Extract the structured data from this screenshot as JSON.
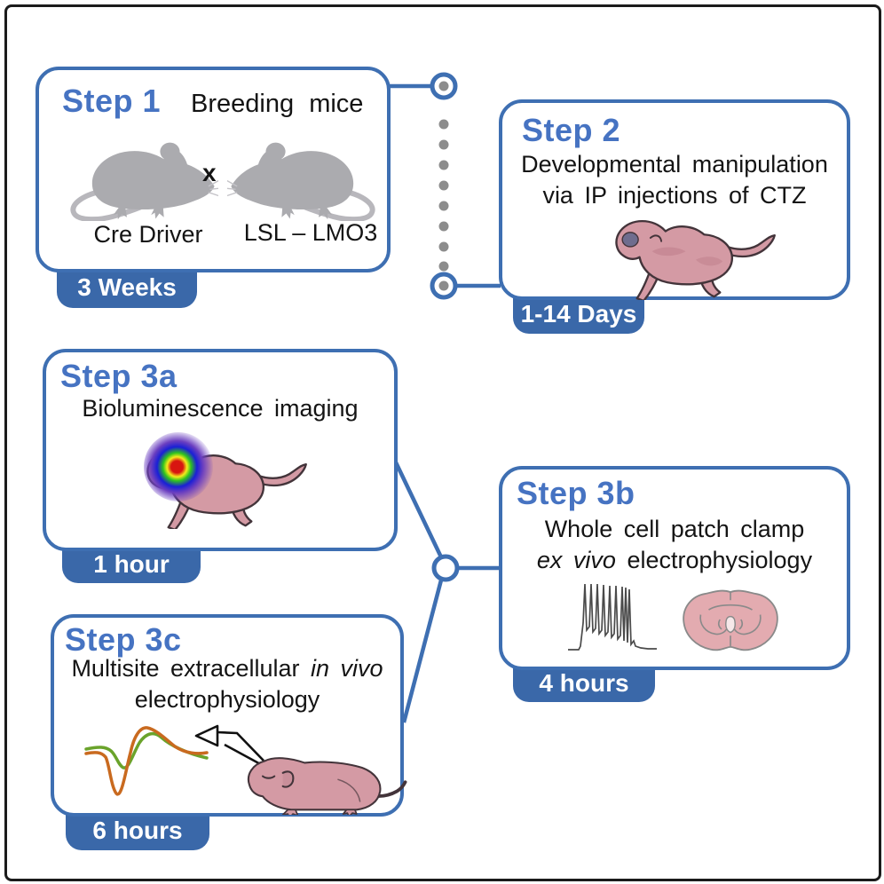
{
  "palette": {
    "accent_blue": "#3e6fb2",
    "title_blue": "#4673c2",
    "badge_blue": "#3a68a9",
    "mouse_gray": "#ababaf",
    "pup_pink": "#d49aa4",
    "wave_green": "#6aa32b",
    "wave_orange": "#c96a1f",
    "dot_gray": "#8c8c8c"
  },
  "step1": {
    "title": "Step 1",
    "heading": "Breeding mice",
    "mouse_left_label": "Cre Driver",
    "cross_symbol": "x",
    "mouse_right_label": "LSL – LMO3",
    "badge": "3 Weeks"
  },
  "step2": {
    "title": "Step 2",
    "line1": "Developmental manipulation",
    "line2": "via IP injections of CTZ",
    "badge": "1-14 Days"
  },
  "step3a": {
    "title": "Step 3a",
    "line1": "Bioluminescence imaging",
    "badge": "1 hour"
  },
  "step3b": {
    "title": "Step 3b",
    "line1": "Whole cell patch clamp",
    "line2_italic": "ex vivo",
    "line2_rest": " electrophysiology",
    "badge": "4 hours"
  },
  "step3c": {
    "title": "Step 3c",
    "line1_text": "Multisite extracellular ",
    "line1_italic": "in vivo",
    "line2": "electrophysiology",
    "badge": "6 hours"
  }
}
